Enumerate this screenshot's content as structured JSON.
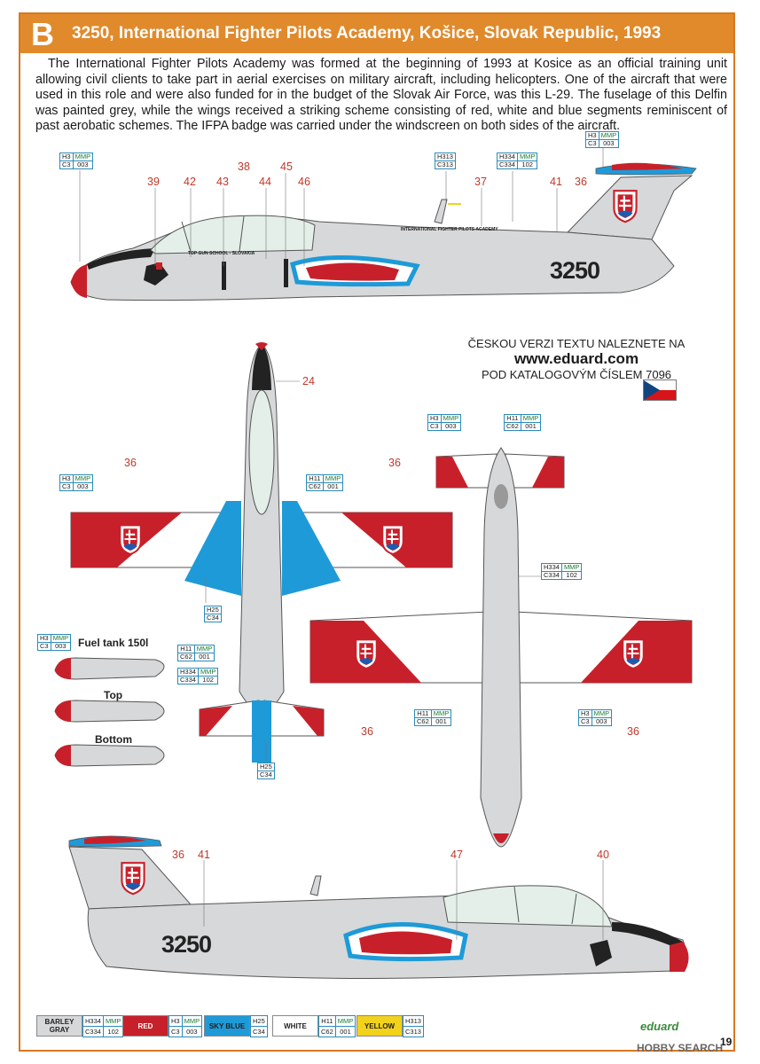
{
  "header": {
    "letter": "B",
    "title": "3250, International Fighter Pilots Academy, Košice, Slovak Republic, 1993"
  },
  "description": "The International Fighter Pilots Academy was formed at the beginning of 1993 at Kosice as an official training unit allowing civil clients to take part in aerial exercises on military aircraft, including helicopters. One of the aircraft that were used in this role and were also funded for in the budget of the Slovak Air Force, was this L-29. The fuselage of this Delfin was painted grey, while the wings received a striking scheme consisting of red, white and blue segments reminiscent of past aerobatic schemes. The IFPA badge was carried under the windscreen on both sides of the aircraft.",
  "czech_note": {
    "line1": "ČESKOU VERZI TEXTU NALEZNETE NA",
    "line2": "www.eduard.com",
    "line3": "POD KATALOGOVÝM ČÍSLEM 7096"
  },
  "colors": {
    "accent": "#e08a2c",
    "grey": "#d6d8da",
    "red": "#c8202a",
    "blue": "#1e9ad8",
    "white": "#ffffff",
    "code_border": "#2b8bb8",
    "mmp_green": "#1a7a33"
  },
  "fuselage_text": {
    "academy": "INTERNATIONAL FIGHTER PILOTS ACADEMY",
    "topgun": "TOP GUN SCHOOL - SLOVAKIA",
    "serial": "3250"
  },
  "codes": [
    {
      "h": "H3",
      "m": "MMP",
      "c": "C3",
      "n": "003"
    },
    {
      "h": "H313",
      "m": "",
      "c": "C313",
      "n": ""
    },
    {
      "h": "H334",
      "m": "MMP",
      "c": "C334",
      "n": "102"
    },
    {
      "h": "H3",
      "m": "MMP",
      "c": "C3",
      "n": "003"
    },
    {
      "h": "H3",
      "m": "MMP",
      "c": "C3",
      "n": "003"
    },
    {
      "h": "H11",
      "m": "MMP",
      "c": "C62",
      "n": "001"
    },
    {
      "h": "H25",
      "m": "",
      "c": "C34",
      "n": ""
    },
    {
      "h": "H3",
      "m": "MMP",
      "c": "C3",
      "n": "003"
    },
    {
      "h": "H11",
      "m": "MMP",
      "c": "C62",
      "n": "001"
    },
    {
      "h": "H334",
      "m": "MMP",
      "c": "C334",
      "n": "102"
    },
    {
      "h": "H25",
      "m": "",
      "c": "C34",
      "n": ""
    },
    {
      "h": "H3",
      "m": "MMP",
      "c": "C3",
      "n": "003"
    },
    {
      "h": "H11",
      "m": "MMP",
      "c": "C62",
      "n": "001"
    },
    {
      "h": "H334",
      "m": "MMP",
      "c": "C334",
      "n": "102"
    },
    {
      "h": "H11",
      "m": "MMP",
      "c": "C62",
      "n": "001"
    },
    {
      "h": "H3",
      "m": "MMP",
      "c": "C3",
      "n": "003"
    }
  ],
  "callouts": [
    "39",
    "42",
    "43",
    "38",
    "44",
    "45",
    "46",
    "37",
    "41",
    "36",
    "24",
    "36",
    "36",
    "36",
    "36",
    "36",
    "41",
    "47",
    "40"
  ],
  "labels": {
    "fuel_tank": "Fuel tank 150l",
    "top": "Top",
    "bottom": "Bottom"
  },
  "legend": [
    {
      "name": "BARLEY GRAY",
      "h": "H334",
      "m": "MMP",
      "c": "C334",
      "n": "102",
      "color": "#d6d8da",
      "text_color": "#222"
    },
    {
      "name": "RED",
      "h": "H3",
      "m": "MMP",
      "c": "C3",
      "n": "003",
      "color": "#c8202a",
      "text_color": "#fff"
    },
    {
      "name": "SKY BLUE",
      "h": "H25",
      "m": "",
      "c": "C34",
      "n": "",
      "color": "#1e9ad8",
      "text_color": "#222"
    },
    {
      "name": "WHITE",
      "h": "H11",
      "m": "MMP",
      "c": "C62",
      "n": "001",
      "color": "#ffffff",
      "text_color": "#222"
    },
    {
      "name": "YELLOW",
      "h": "H313",
      "m": "",
      "c": "C313",
      "n": "",
      "color": "#f2d21b",
      "text_color": "#222"
    }
  ],
  "footer": {
    "brand": "eduard",
    "page": "19",
    "watermark": "HOBBY SEARCH"
  }
}
